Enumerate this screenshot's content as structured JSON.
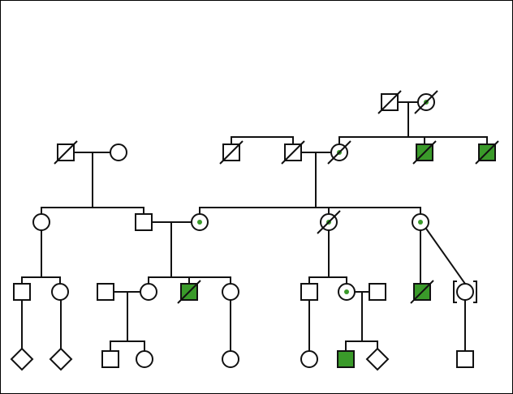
{
  "colors": {
    "affected": "#3a9a2a",
    "line": "#111111",
    "background": "#ffffff"
  },
  "individuals": [
    {
      "id": "I1",
      "sex": "male",
      "affected": false,
      "deceased": true,
      "carrier": false
    },
    {
      "id": "I2",
      "sex": "female",
      "affected": false,
      "deceased": false,
      "carrier": false
    },
    {
      "id": "I3",
      "sex": "male",
      "affected": false,
      "deceased": true,
      "carrier": false
    },
    {
      "id": "I4",
      "sex": "male",
      "affected": false,
      "deceased": true,
      "carrier": false
    },
    {
      "id": "I5",
      "sex": "female",
      "affected": false,
      "deceased": true,
      "carrier": true
    },
    {
      "id": "I6",
      "sex": "male",
      "affected": true,
      "deceased": true,
      "carrier": false
    },
    {
      "id": "I7",
      "sex": "male",
      "affected": true,
      "deceased": true,
      "carrier": false
    },
    {
      "id": "G0a",
      "sex": "male",
      "affected": false,
      "deceased": true,
      "carrier": false
    },
    {
      "id": "G0b",
      "sex": "female",
      "affected": false,
      "deceased": true,
      "carrier": true
    },
    {
      "id": "II1",
      "sex": "female",
      "affected": false,
      "deceased": false,
      "carrier": false
    },
    {
      "id": "II2",
      "sex": "male",
      "affected": false,
      "deceased": false,
      "carrier": false
    },
    {
      "id": "II3",
      "sex": "female",
      "affected": false,
      "deceased": false,
      "carrier": true
    },
    {
      "id": "II4",
      "sex": "female",
      "affected": false,
      "deceased": true,
      "carrier": true
    },
    {
      "id": "II5",
      "sex": "female",
      "affected": false,
      "deceased": false,
      "carrier": true
    },
    {
      "id": "III1",
      "sex": "male",
      "affected": false,
      "deceased": false,
      "carrier": false
    },
    {
      "id": "III2",
      "sex": "female",
      "affected": false,
      "deceased": false,
      "carrier": false
    },
    {
      "id": "III3",
      "sex": "male",
      "affected": false,
      "deceased": false,
      "carrier": false
    },
    {
      "id": "III4",
      "sex": "female",
      "affected": false,
      "deceased": false,
      "carrier": false
    },
    {
      "id": "III5",
      "sex": "male",
      "affected": true,
      "deceased": true,
      "carrier": false
    },
    {
      "id": "III6",
      "sex": "female",
      "affected": false,
      "deceased": false,
      "carrier": false
    },
    {
      "id": "III7",
      "sex": "male",
      "affected": false,
      "deceased": false,
      "carrier": false
    },
    {
      "id": "III8",
      "sex": "female",
      "affected": false,
      "deceased": false,
      "carrier": true
    },
    {
      "id": "III9",
      "sex": "male",
      "affected": false,
      "deceased": false,
      "carrier": false
    },
    {
      "id": "III10",
      "sex": "male",
      "affected": true,
      "deceased": true,
      "carrier": false
    },
    {
      "id": "III11",
      "sex": "female",
      "affected": false,
      "deceased": false,
      "carrier": false,
      "adopted": true
    },
    {
      "id": "IV1",
      "sex": "unknown",
      "affected": false,
      "deceased": false,
      "carrier": false
    },
    {
      "id": "IV2",
      "sex": "unknown",
      "affected": false,
      "deceased": false,
      "carrier": false
    },
    {
      "id": "IV3",
      "sex": "male",
      "affected": false,
      "deceased": false,
      "carrier": false
    },
    {
      "id": "IV4",
      "sex": "female",
      "affected": false,
      "deceased": false,
      "carrier": false
    },
    {
      "id": "IV5",
      "sex": "female",
      "affected": false,
      "deceased": false,
      "carrier": false
    },
    {
      "id": "IV6",
      "sex": "female",
      "affected": false,
      "deceased": false,
      "carrier": false
    },
    {
      "id": "IV7",
      "sex": "male",
      "affected": true,
      "deceased": false,
      "carrier": false
    },
    {
      "id": "IV8",
      "sex": "unknown",
      "affected": false,
      "deceased": false,
      "carrier": false
    },
    {
      "id": "IV9",
      "sex": "male",
      "affected": false,
      "deceased": false,
      "carrier": false
    }
  ]
}
